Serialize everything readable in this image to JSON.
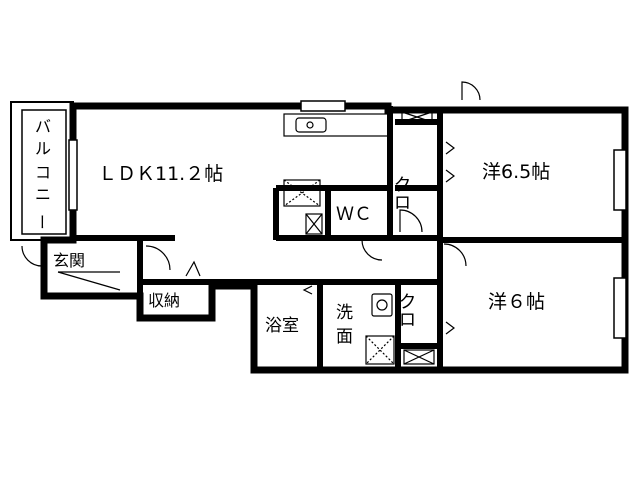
{
  "rooms": {
    "ldk": "ＬＤＫ11.２帖",
    "western1": "洋6.5帖",
    "western2": "洋６帖",
    "wc": "ＷＣ",
    "closet1": "クロ",
    "closet2": "クロ",
    "entrance": "玄関",
    "storage": "収納",
    "bath": "浴室",
    "washroom_top": "洗",
    "washroom_bottom": "面",
    "balcony": [
      "バ",
      "ル",
      "コ",
      "ニ",
      "ー"
    ]
  },
  "colors": {
    "wall": "#000000",
    "background": "#ffffff"
  }
}
